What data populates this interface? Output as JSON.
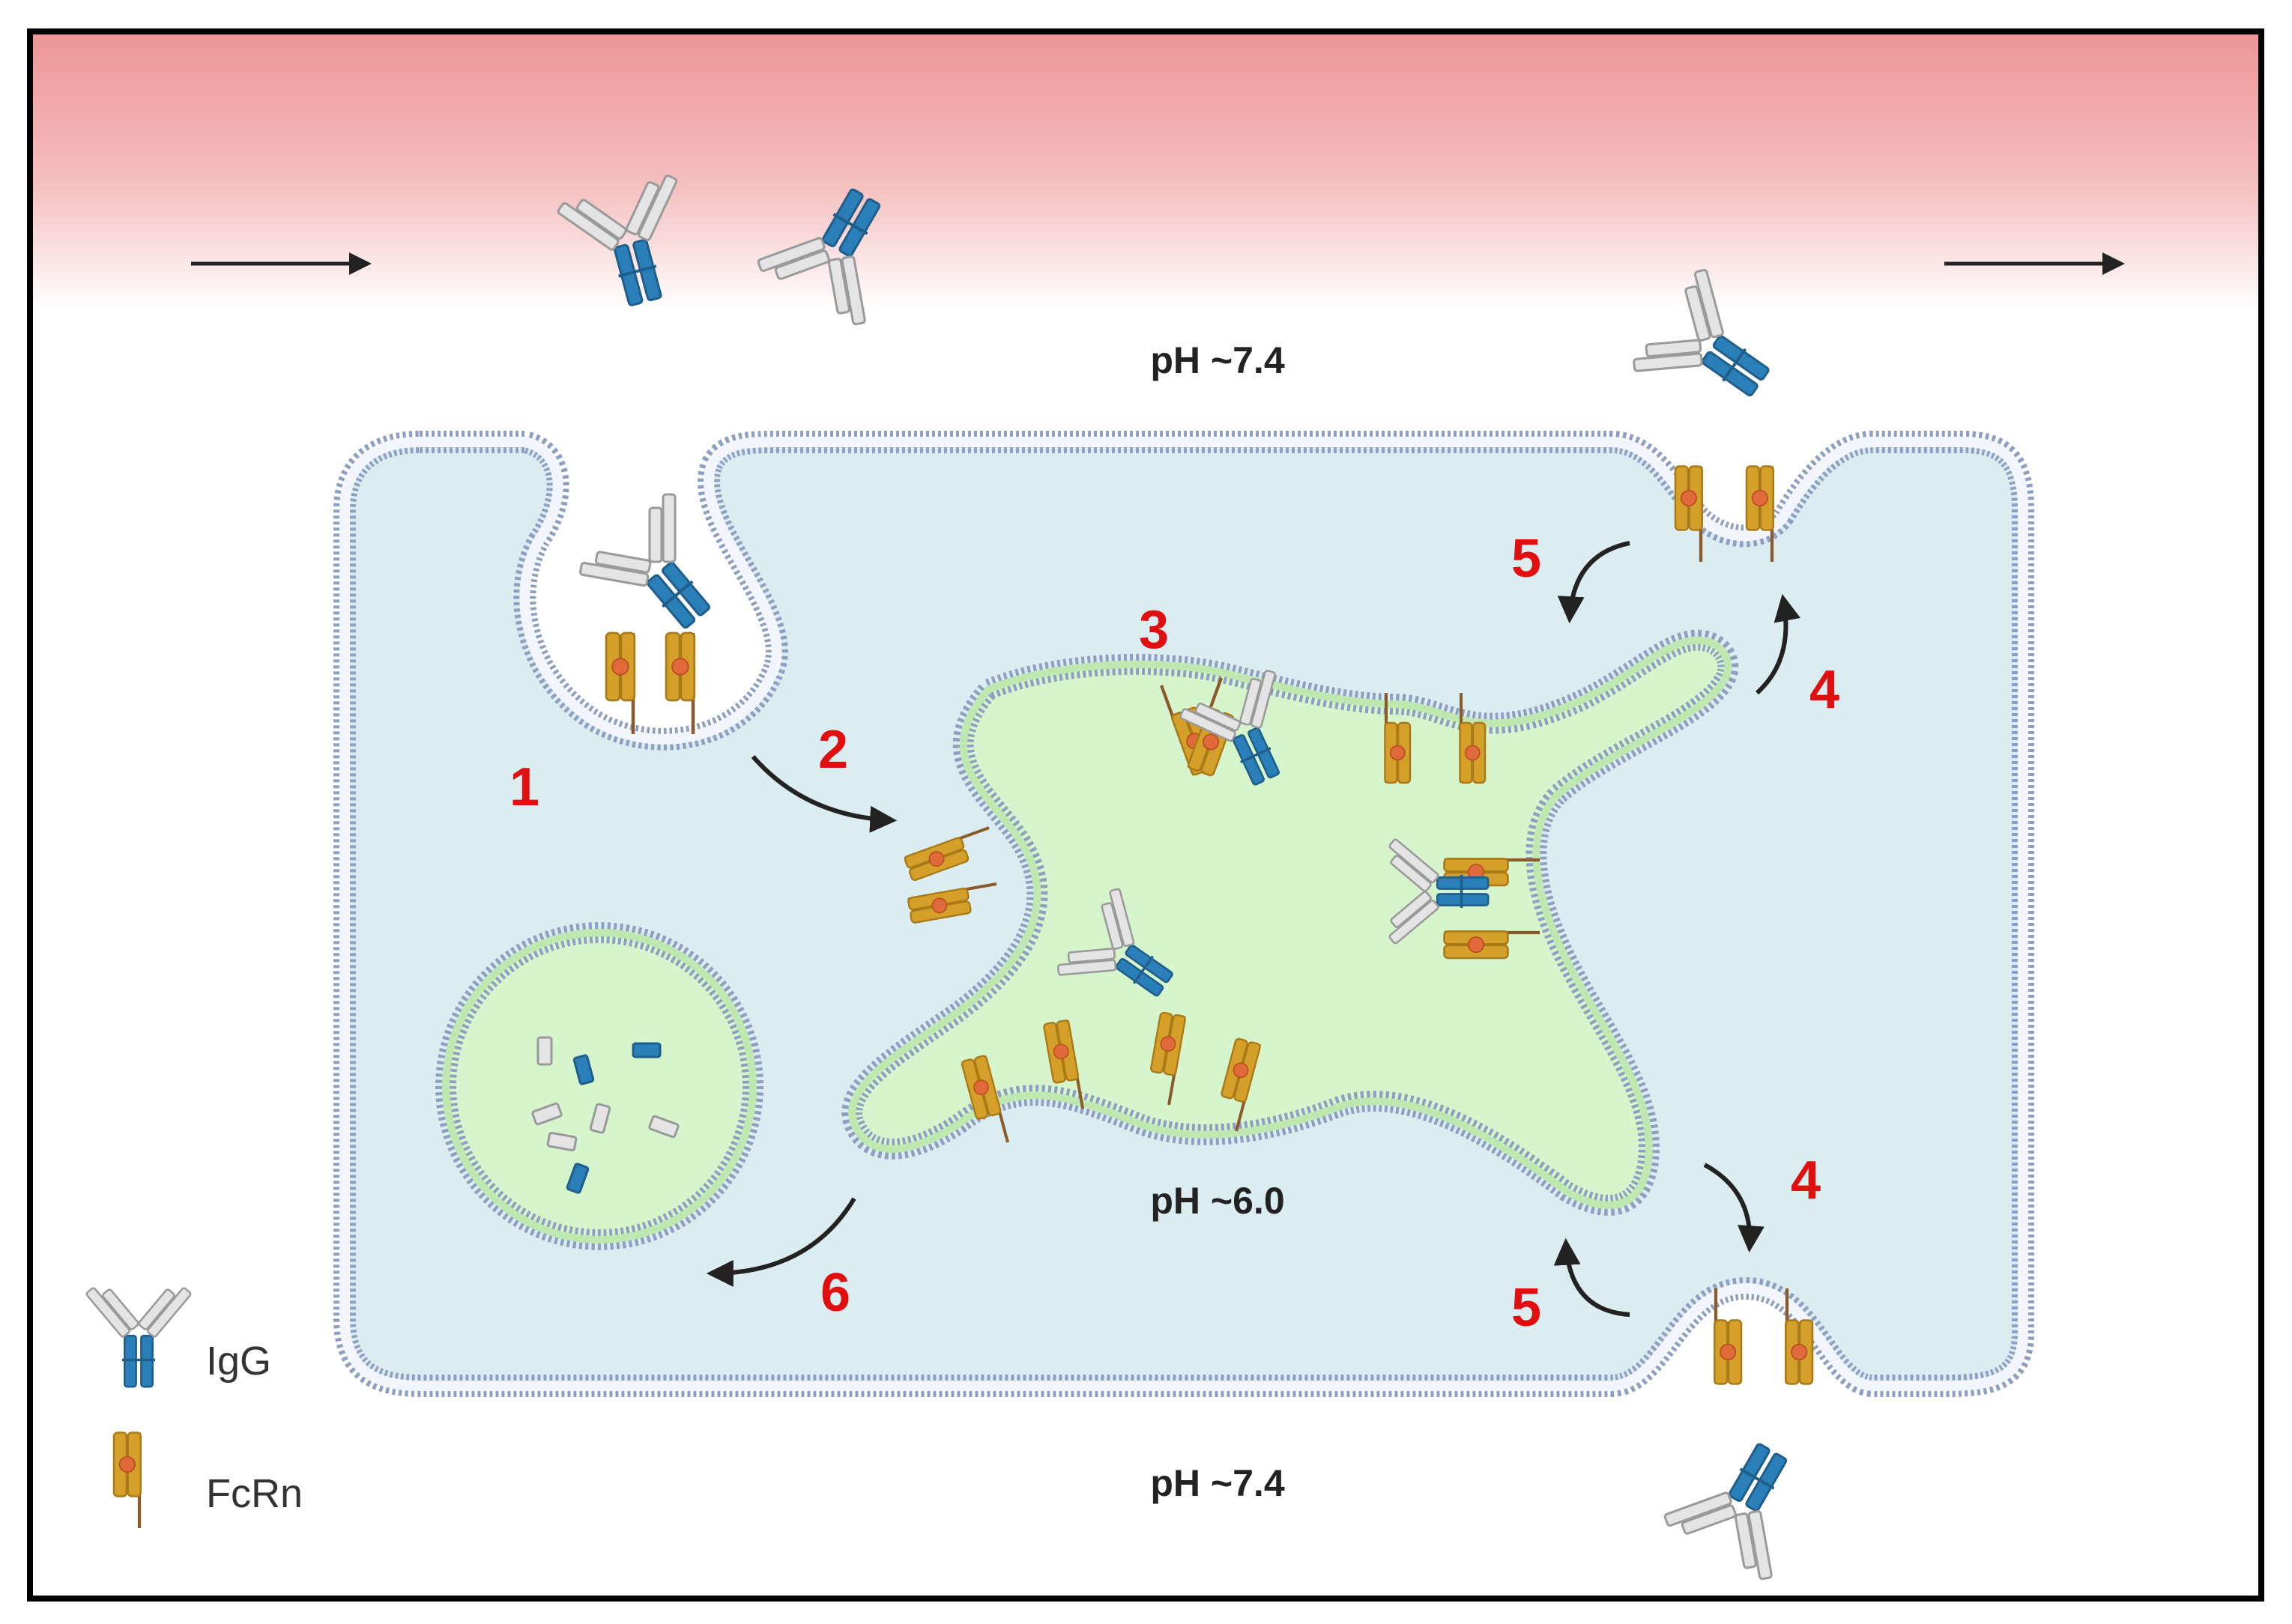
{
  "labels": {
    "ph_top": "pH ~7.4",
    "ph_endosome": "pH ~6.0",
    "ph_bottom": "pH ~7.4"
  },
  "steps": [
    "1",
    "2",
    "3",
    "4",
    "4",
    "5",
    "5",
    "6"
  ],
  "legend": {
    "igg": "IgG",
    "fcrn": "FcRn"
  },
  "colors": {
    "blood_vessel_top": "#ee9a9a",
    "cytoplasm": "#dcedf2",
    "endosome": "#d6f5cc",
    "membrane_outline": "#8e9fc2",
    "fcrn_gold": "#d4a02a",
    "fcrn_orange": "#e06a3a",
    "fcrn_stalk": "#8a5a2a",
    "igg_blue": "#2a7fb8",
    "igg_grey": "#e4e4e4",
    "step_number_red": "#e01010"
  }
}
